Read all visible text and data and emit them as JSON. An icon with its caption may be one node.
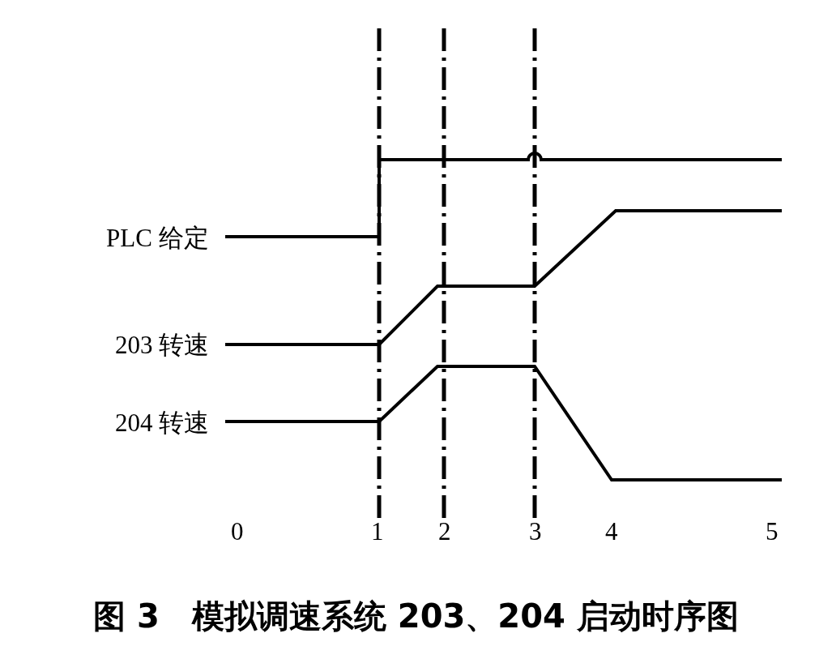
{
  "diagram": {
    "caption": "图 3　模拟调速系统 203、204 启动时序图",
    "labels": [
      "PLC 给定",
      "203 转速",
      "204 转速",
      "0",
      "1",
      "2",
      "3",
      "4",
      "5"
    ]
  }
}
